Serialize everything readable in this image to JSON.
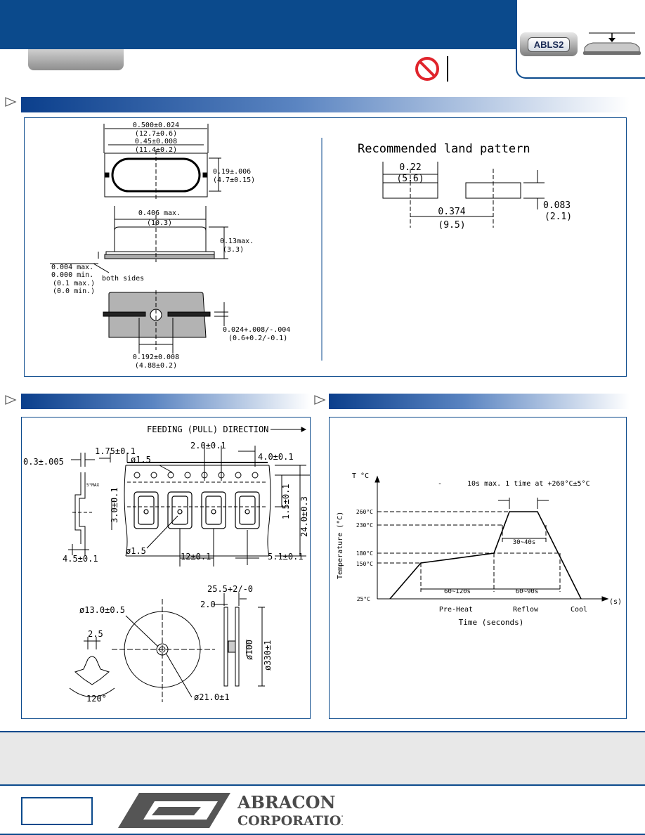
{
  "header": {
    "part_number": "ABLS2"
  },
  "dimensions": {
    "length_outer": "0.500±0.024",
    "length_outer_mm": "(12.7±0.6)",
    "length_inner": "0.45±0.008",
    "length_inner_mm": "(11.4±0.2)",
    "width": "0.19±.006",
    "width_mm": "(4.7±0.15)",
    "length_max": "0.406 max.",
    "length_max_mm": "(10.3)",
    "height_max": "0.13max.",
    "height_max_mm": "(3.3)",
    "standoff": [
      "0.004 max.",
      "0.000 min.",
      "(0.1 max.)",
      "(0.0 min.)"
    ],
    "both_sides": "both sides",
    "lead_width": "0.024+.008/-.004",
    "lead_width_mm": "(0.6+0.2/-0.1)",
    "lead_pitch": "0.192±0.008",
    "lead_pitch_mm": "(4.88±0.2)"
  },
  "land_pattern": {
    "title": "Recommended land pattern",
    "pad_length": "0.22",
    "pad_length_mm": "(5.6)",
    "pad_spacing": "0.374",
    "pad_spacing_mm": "(9.5)",
    "pad_width": "0.083",
    "pad_width_mm": "(2.1)"
  },
  "tape": {
    "feeding": "FEEDING (PULL) DIRECTION",
    "thickness": "0.3±.005",
    "edge": "1.75±0.1",
    "hole_dia": "ø1.5",
    "hole_pitch": "2.0±0.1",
    "sprocket_pitch": "4.0±0.1",
    "angle": "5°MAX",
    "pocket_depth": "3.0±0.1",
    "pocket_width": "1.5±0.1",
    "tape_width": "24.0±0.3",
    "pocket_hole": "ø1.5",
    "pocket_pitch": "12±0.1",
    "pocket_offset": "5.1±0.1",
    "bottom_width": "4.5±0.1"
  },
  "reel": {
    "hub_hole": "ø13.0±0.5",
    "key": "2.5",
    "angle": "120°",
    "reel_width": "25.5+2/-0",
    "flange": "2.0",
    "hub": "ø100",
    "reel_dia": "ø330±1",
    "arbor": "ø21.0±1"
  },
  "reflow": {
    "y_label": "T °C",
    "axis_title_y": "Temperature (°C)",
    "axis_title_x": "Time (seconds)",
    "x_unit": "(s)",
    "peak_note": "10s max. 1 time at +260°C±5°C",
    "dash": "-",
    "temps": [
      "260°C",
      "230°C",
      "180°C",
      "150°C",
      "25°C"
    ],
    "t_above_230": "30~40s",
    "preheat_time": "60~120s",
    "reflow_time": "60~90s",
    "zones": [
      "Pre-Heat",
      "Reflow",
      "Cool"
    ]
  },
  "footer": {
    "company_1": "ABRACON",
    "company_2": "CORPORATION"
  },
  "colors": {
    "brand_blue": "#0b4a8c",
    "no_sign_red": "#e0242c"
  }
}
